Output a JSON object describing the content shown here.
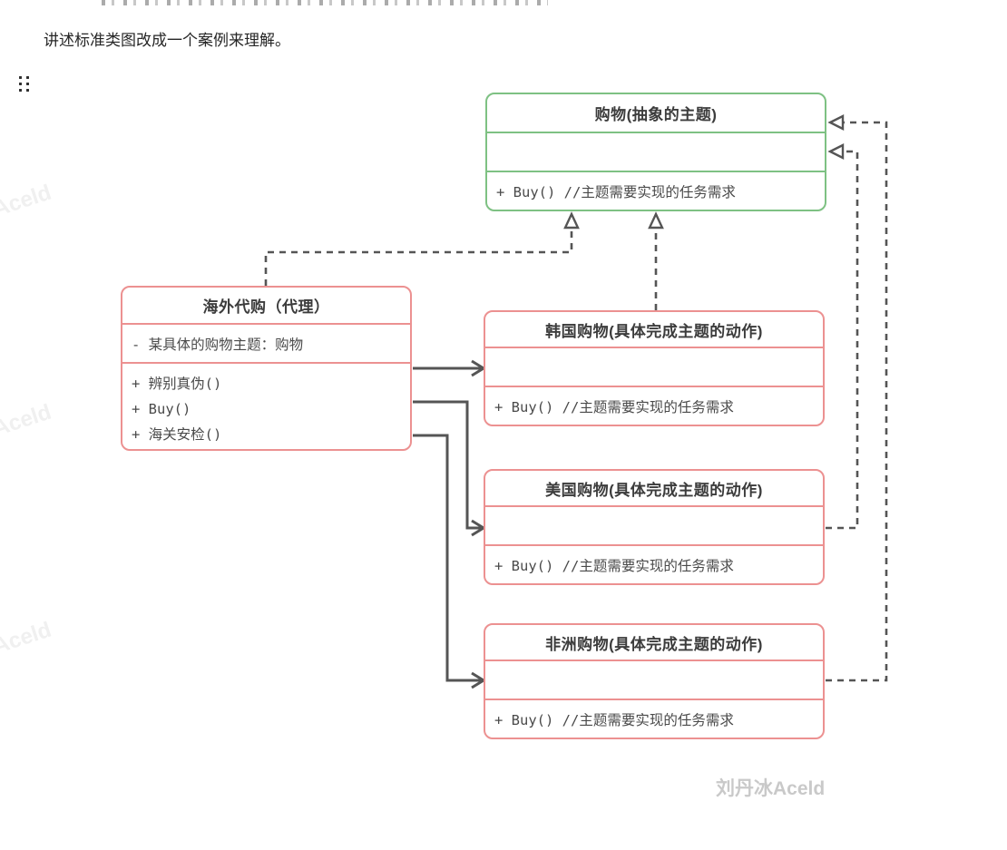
{
  "page": {
    "intro_text": "讲述标准类图改成一个案例来理解。"
  },
  "watermarks": {
    "signature": "刘丹冰Aceld",
    "faint_text": "Aceld"
  },
  "colors": {
    "abstract_border": "#7ec183",
    "concrete_border": "#ec9191",
    "connector": "#555555"
  },
  "diagram": {
    "abstract_class": {
      "title": "购物(抽象的主题)",
      "method": "+ Buy() //主题需要实现的任务需求"
    },
    "proxy_class": {
      "title": "海外代购（代理）",
      "attribute": "- 某具体的购物主题：购物",
      "methods": [
        "+ 辨别真伪()",
        "+ Buy()",
        "+ 海关安检()"
      ]
    },
    "concrete_classes": [
      {
        "title": "韩国购物(具体完成主题的动作)",
        "method": "+ Buy() //主题需要实现的任务需求"
      },
      {
        "title": "美国购物(具体完成主题的动作)",
        "method": "+ Buy() //主题需要实现的任务需求"
      },
      {
        "title": "非洲购物(具体完成主题的动作)",
        "method": "+ Buy() //主题需要实现的任务需求"
      }
    ],
    "relationships": [
      {
        "from": "海外代购（代理）",
        "to": "购物(抽象的主题)",
        "type": "dashed-hollow-triangle"
      },
      {
        "from": "韩国购物(具体完成主题的动作)",
        "to": "购物(抽象的主题)",
        "type": "dashed-hollow-triangle"
      },
      {
        "from": "美国购物(具体完成主题的动作)",
        "to": "购物(抽象的主题)",
        "type": "dashed-hollow-triangle"
      },
      {
        "from": "非洲购物(具体完成主题的动作)",
        "to": "购物(抽象的主题)",
        "type": "dashed-hollow-triangle"
      },
      {
        "from": "海外代购（代理）",
        "to": "韩国购物(具体完成主题的动作)",
        "type": "solid-open-arrow"
      },
      {
        "from": "海外代购（代理）",
        "to": "美国购物(具体完成主题的动作)",
        "type": "solid-open-arrow"
      },
      {
        "from": "海外代购（代理）",
        "to": "非洲购物(具体完成主题的动作)",
        "type": "solid-open-arrow"
      }
    ]
  }
}
